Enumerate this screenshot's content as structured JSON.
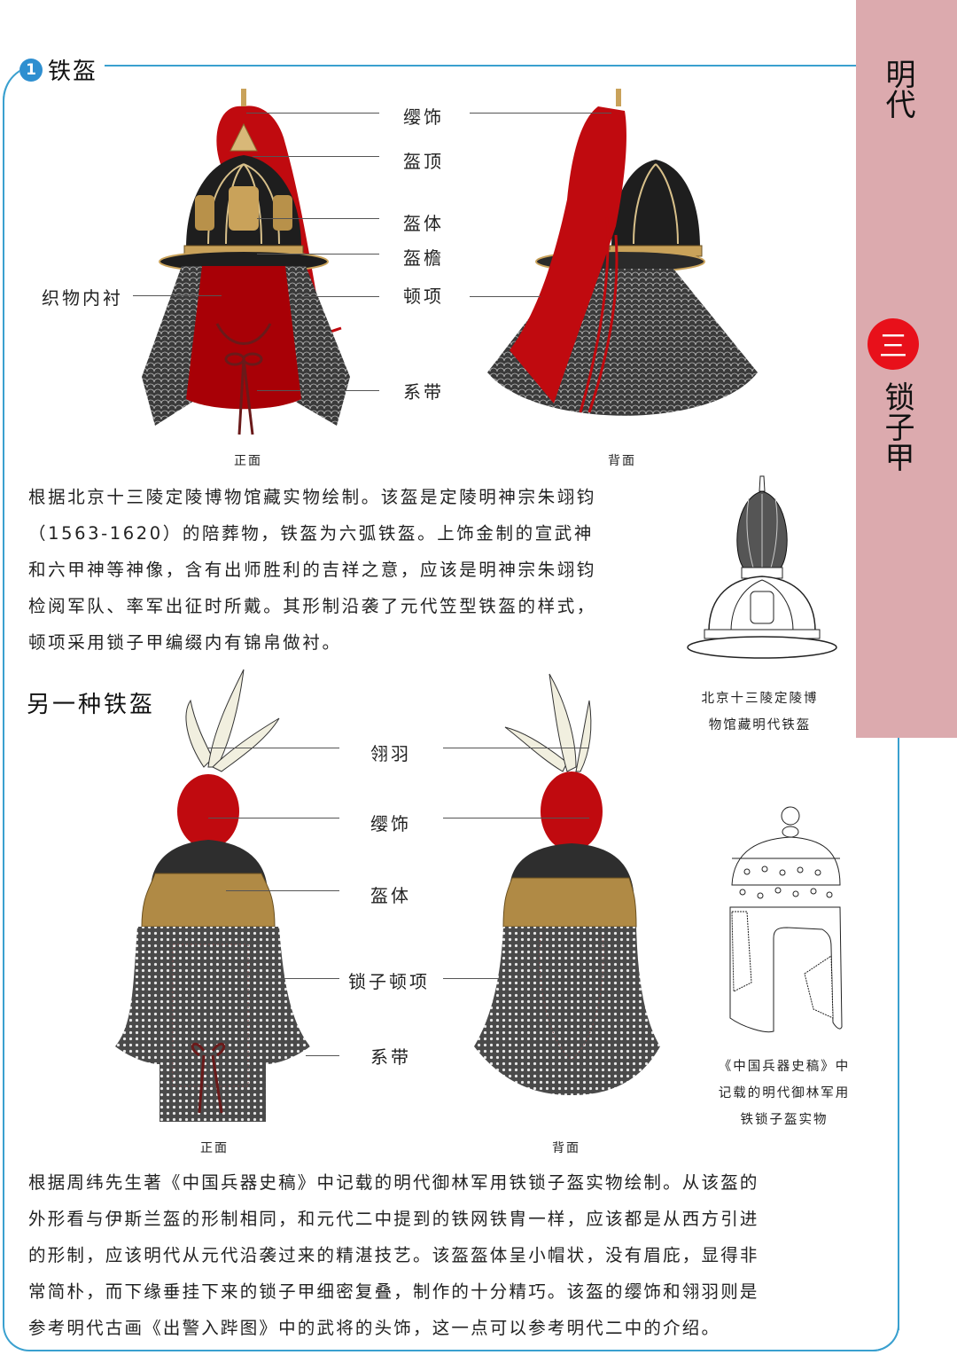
{
  "side_tab": {
    "era": "明代",
    "chapter_number": "三",
    "chapter_title": "锁子甲",
    "background_color": "#dcaaae",
    "circle_color": "#e8101a"
  },
  "section": {
    "number": "1",
    "title": "铁盔",
    "accent_color": "#3aa0cf"
  },
  "helmet1": {
    "labels": {
      "tassel": "缨饰",
      "crown": "盔顶",
      "body": "盔体",
      "brim": "盔檐",
      "neck_guard": "顿项",
      "lining": "织物内衬",
      "ties": "系带"
    },
    "views": {
      "front": "正面",
      "back": "背面"
    },
    "description": "根据北京十三陵定陵博物馆藏实物绘制。该盔是定陵明神宗朱翊钧（1563-1620）的陪葬物，铁盔为六弧铁盔。上饰金制的宣武神和六甲神等神像，含有出师胜利的吉祥之意，应该是明神宗朱翊钧检阅军队、率军出征时所戴。其形制沿袭了元代笠型铁盔的样式，顿项采用锁子甲编缀内有锦帛做衬。",
    "description_lines": [
      "根据北京十三陵定陵博物馆藏实物绘制。该盔是定陵明神宗朱翊钧",
      "（1563-1620）的陪葬物，铁盔为六弧铁盔。上饰金制的宣武神",
      "和六甲神等神像，含有出师胜利的吉祥之意，应该是明神宗朱翊钧",
      "检阅军队、率军出征时所戴。其形制沿袭了元代笠型铁盔的样式，",
      "顿项采用锁子甲编缀内有锦帛做衬。"
    ],
    "reference_caption_lines": [
      "北京十三陵定陵博",
      "物馆藏明代铁盔"
    ]
  },
  "helmet2": {
    "heading": "另一种铁盔",
    "labels": {
      "plume": "翎羽",
      "tassel": "缨饰",
      "body": "盔体",
      "mail_neck_guard": "锁子顿项",
      "ties": "系带"
    },
    "views": {
      "front": "正面",
      "back": "背面"
    },
    "reference_caption_lines": [
      "《中国兵器史稿》中",
      "记载的明代御林军用",
      "铁锁子盔实物"
    ],
    "description_lines": [
      "根据周纬先生著《中国兵器史稿》中记载的明代御林军用铁锁子盔实物绘制。从该盔的",
      "外形看与伊斯兰盔的形制相同，和元代二中提到的铁网铁胄一样，应该都是从西方引进",
      "的形制，应该明代从元代沿袭过来的精湛技艺。该盔盔体呈小帽状，没有眉庇，显得非",
      "常简朴，而下缘垂挂下来的锁子甲细密复叠，制作的十分精巧。该盔的缨饰和翎羽则是",
      "参考明代古画《出警入跸图》中的武将的头饰，这一点可以参考明代二中的介绍。"
    ]
  },
  "colors": {
    "tassel_red": "#c00a0f",
    "lining_red": "#a80006",
    "mail_grey": "#555555",
    "gold": "#c9a25a",
    "helmet_black": "#1e1e1e",
    "plume_cream": "#f1efdf"
  }
}
